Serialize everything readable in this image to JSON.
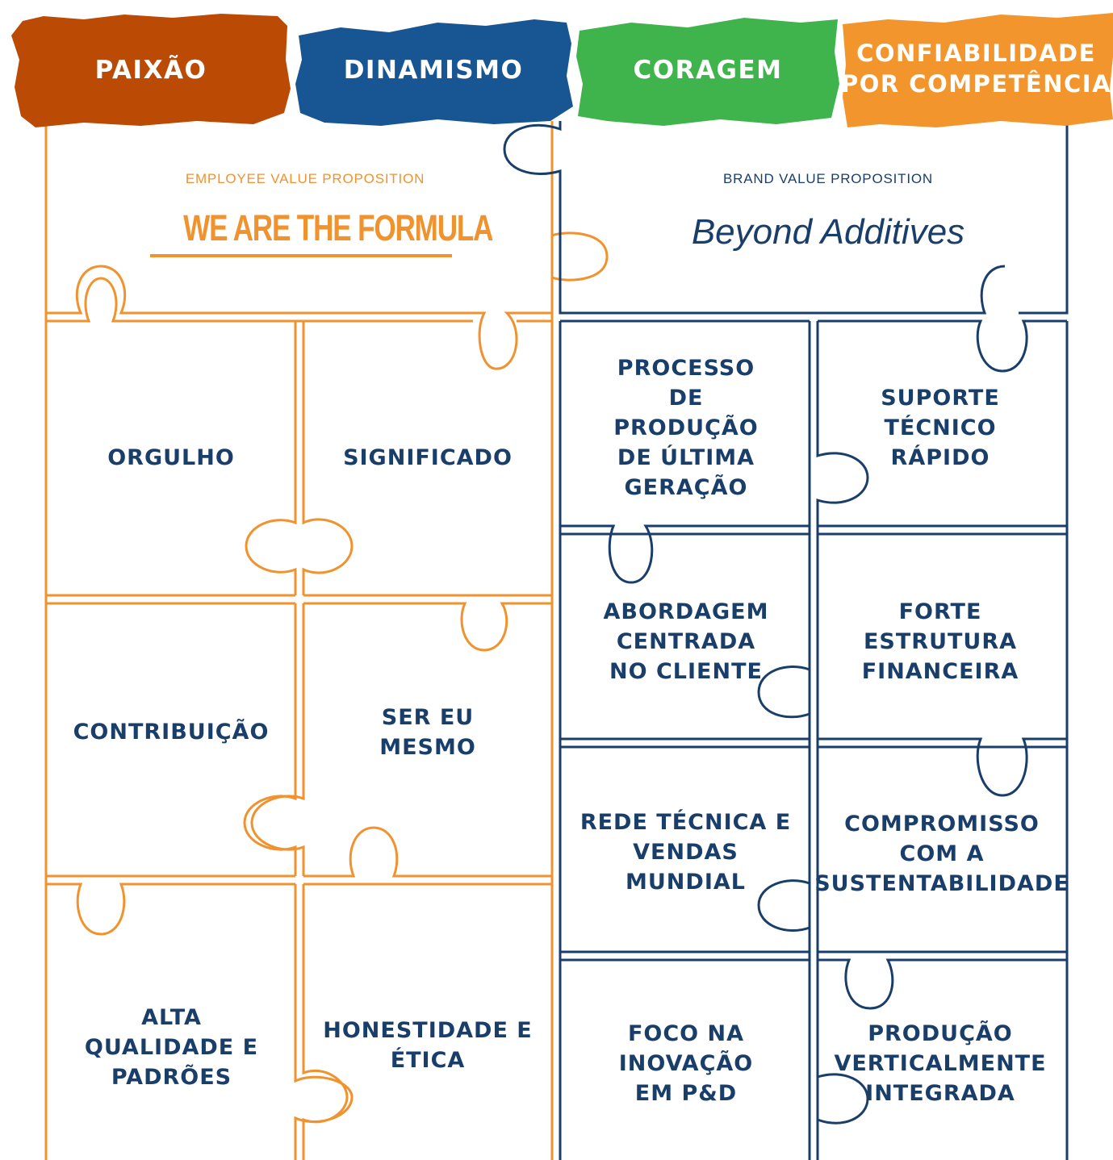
{
  "colors": {
    "orange": "#f0922e",
    "navy": "#1a3e6a",
    "paixao": "#bb4a05",
    "dinamismo": "#175593",
    "coragem": "#40b44c",
    "confiabilidade": "#f3952d"
  },
  "banners": [
    {
      "label": "PAIXÃO",
      "color": "#bb4a05"
    },
    {
      "label": "DINAMISMO",
      "color": "#175593"
    },
    {
      "label": "CORAGEM",
      "color": "#40b44c"
    },
    {
      "label_line1": "CONFIABILIDADE",
      "label_line2": "POR COMPETÊNCIA",
      "color": "#f3952d"
    }
  ],
  "evp": {
    "subtitle": "EMPLOYEE VALUE PROPOSITION",
    "tagline": "WE ARE THE FORMULA",
    "items": [
      "ORGULHO",
      "SIGNIFICADO",
      "CONTRIBUIÇÃO",
      "SER EU MESMO",
      "ALTA QUALIDADE E PADRÕES",
      "HONESTIDADE E ÉTICA"
    ]
  },
  "bvp": {
    "subtitle": "BRAND VALUE PROPOSITION",
    "tagline": "Beyond Additives",
    "items": [
      "PROCESSO DE PRODUÇÃO DE ÚLTIMA GERAÇÃO",
      "SUPORTE TÉCNICO RÁPIDO",
      "ABORDAGEM CENTRADA NO CLIENTE",
      "FORTE ESTRUTURA FINANCEIRA",
      "REDE TÉCNICA E VENDAS MUNDIAL",
      "COMPROMISSO COM A SUSTENTABILIDADE",
      "FOCO NA INOVAÇÃO EM P&D",
      "PRODUÇÃO VERTICALMENTE INTEGRADA"
    ]
  }
}
